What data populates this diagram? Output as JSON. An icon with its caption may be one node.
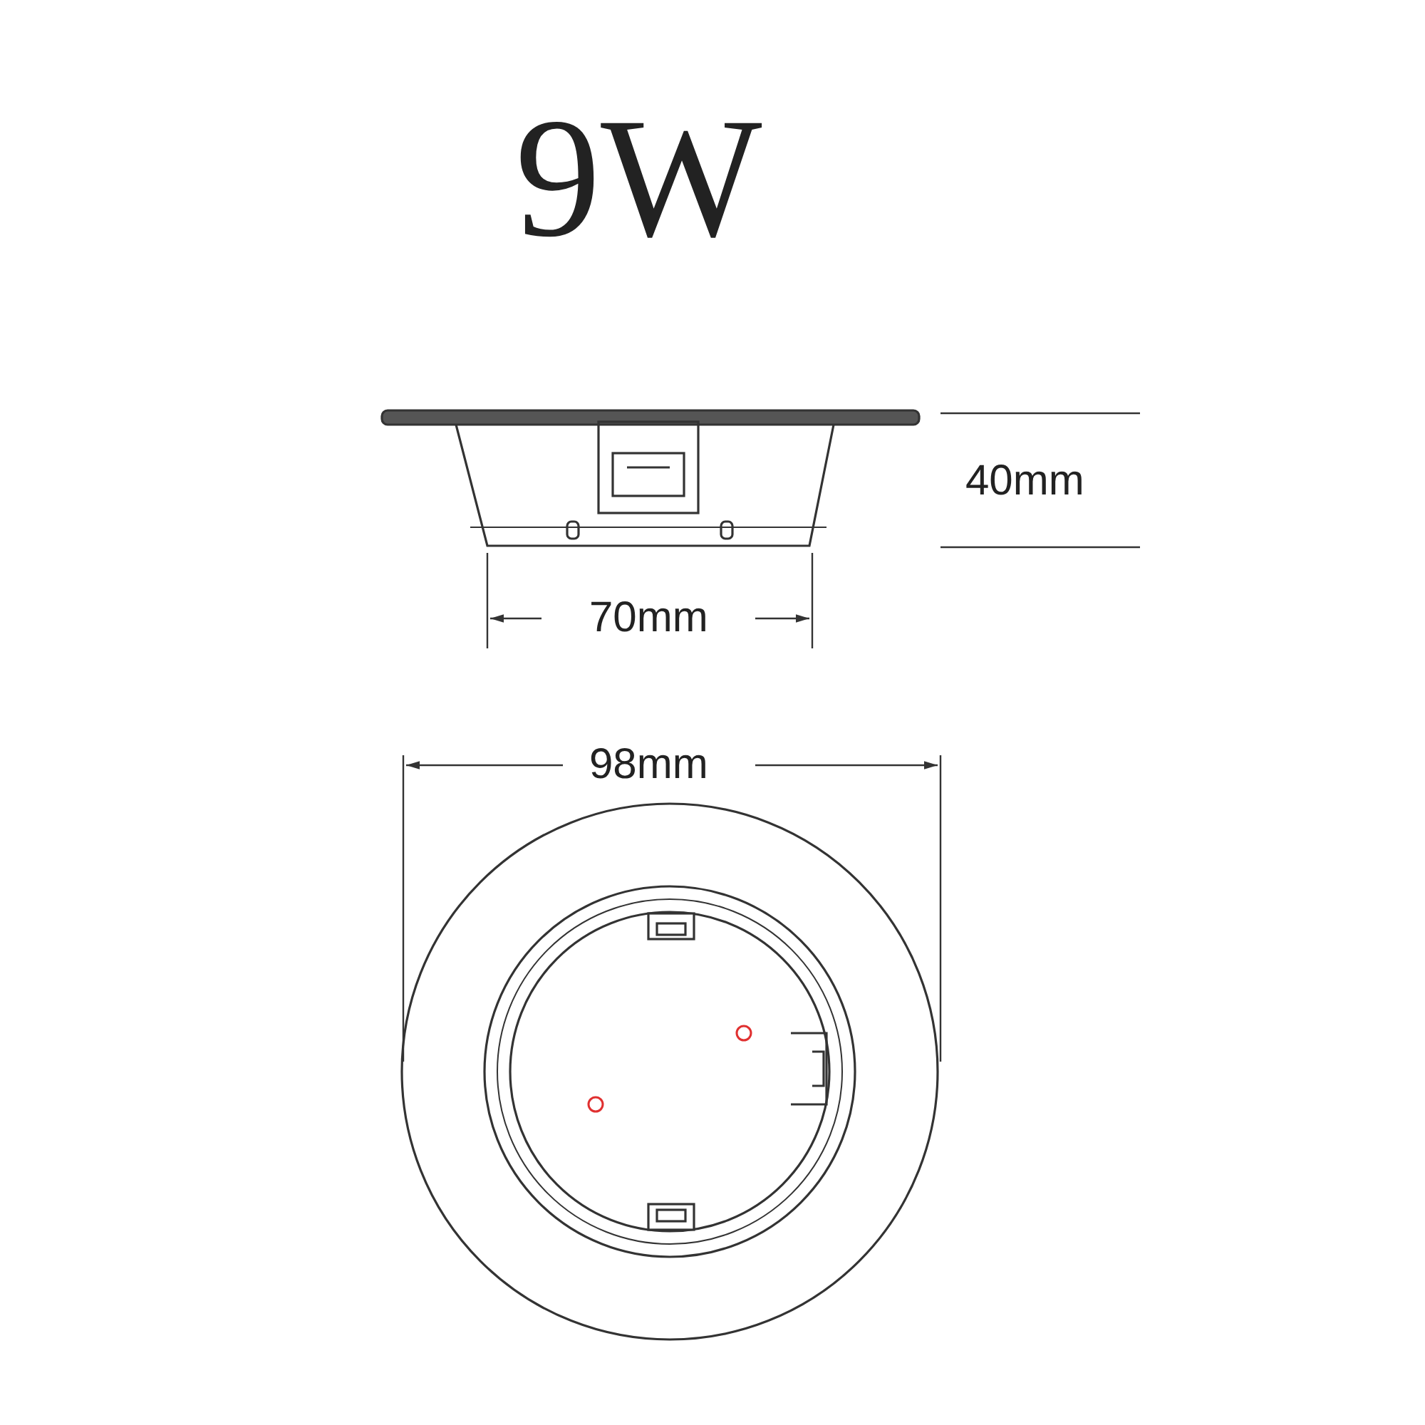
{
  "diagram": {
    "title": "9W",
    "labels": [
      "40mm",
      "70mm",
      "98mm"
    ]
  }
}
